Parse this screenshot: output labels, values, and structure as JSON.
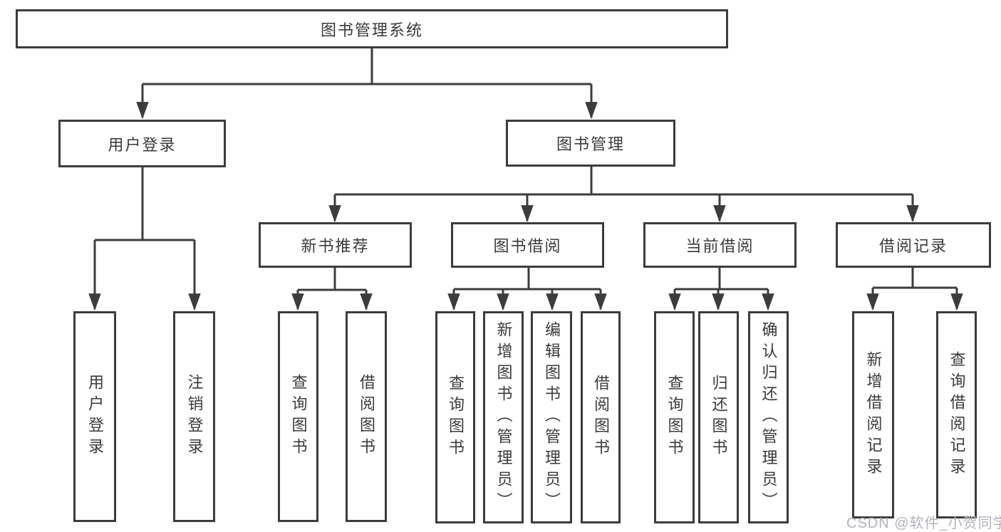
{
  "diagram": {
    "root": {
      "label": "图书管理系统"
    },
    "level2": [
      {
        "label": "用户登录"
      },
      {
        "label": "图书管理"
      }
    ],
    "level3": [
      {
        "label": "新书推荐"
      },
      {
        "label": "图书借阅"
      },
      {
        "label": "当前借阅"
      },
      {
        "label": "借阅记录"
      }
    ],
    "leaves": {
      "user_login": [
        {
          "label": "用户登录"
        },
        {
          "label": "注销登录"
        }
      ],
      "new_books": [
        {
          "label": "查询图书"
        },
        {
          "label": "借阅图书"
        }
      ],
      "book_borrow": [
        {
          "label": "查询图书"
        },
        {
          "label": "新增图书（管理员）"
        },
        {
          "label": "编辑图书（管理员）"
        },
        {
          "label": "借阅图书"
        }
      ],
      "current_borrow": [
        {
          "label": "查询图书"
        },
        {
          "label": "归还图书"
        },
        {
          "label": "确认归还（管理员）"
        }
      ],
      "borrow_records": [
        {
          "label": "新增借阅记录"
        },
        {
          "label": "查询借阅记录"
        }
      ]
    },
    "watermark": "CSDN @软件_小贺同学",
    "colors": {
      "line": "#3c3c3c",
      "text": "#3a3a3a",
      "background": "#ffffff",
      "watermark": "#b2b2bc"
    }
  }
}
